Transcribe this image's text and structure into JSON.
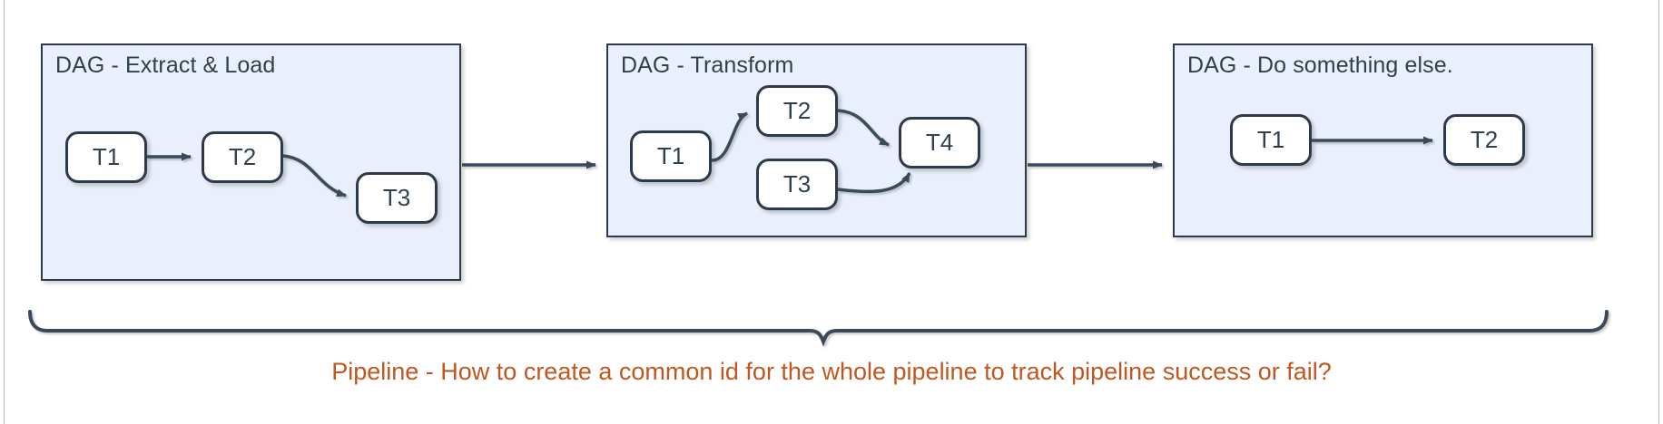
{
  "diagram": {
    "title_color": "#31404f",
    "box_fill": "#e9f0fb",
    "box_border": "#2c3a4b",
    "node_fill": "#ffffff",
    "edge_color": "#3b4a5a",
    "caption_color": "#c2561f",
    "caption": "Pipeline - How to create a common id for the whole pipeline to track pipeline success or fail?",
    "dags": [
      {
        "id": "dag-extract-load",
        "title": "DAG - Extract & Load",
        "nodes": [
          {
            "id": "n1",
            "label": "T1"
          },
          {
            "id": "n2",
            "label": "T2"
          },
          {
            "id": "n3",
            "label": "T3"
          }
        ],
        "edges": [
          {
            "from": "T1",
            "to": "T2"
          },
          {
            "from": "T2",
            "to": "T3"
          }
        ]
      },
      {
        "id": "dag-transform",
        "title": "DAG - Transform",
        "nodes": [
          {
            "id": "n1",
            "label": "T1"
          },
          {
            "id": "n2",
            "label": "T2"
          },
          {
            "id": "n3",
            "label": "T3"
          },
          {
            "id": "n4",
            "label": "T4"
          }
        ],
        "edges": [
          {
            "from": "T1",
            "to": "T2"
          },
          {
            "from": "T2",
            "to": "T4"
          },
          {
            "from": "T3",
            "to": "T4"
          }
        ]
      },
      {
        "id": "dag-do-something-else",
        "title": "DAG - Do something else.",
        "nodes": [
          {
            "id": "n1",
            "label": "T1"
          },
          {
            "id": "n2",
            "label": "T2"
          }
        ],
        "edges": [
          {
            "from": "T1",
            "to": "T2"
          }
        ]
      }
    ],
    "pipeline_links": [
      {
        "from": "DAG - Extract & Load",
        "to": "DAG - Transform"
      },
      {
        "from": "DAG - Transform",
        "to": "DAG - Do something else."
      }
    ],
    "brace": {
      "label": "pipeline-brace"
    }
  }
}
